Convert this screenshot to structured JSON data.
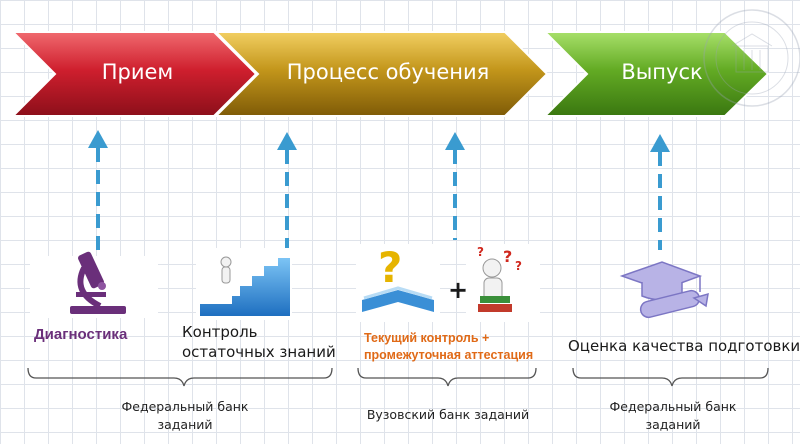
{
  "stages": [
    {
      "label": "Прием",
      "color": "#c01d2a"
    },
    {
      "label": "Процесс обучения",
      "color": "#b88a14"
    },
    {
      "label": "Выпуск",
      "color": "#5fa624"
    }
  ],
  "items": [
    {
      "label": "Диагностика",
      "color": "#6a2f7a"
    },
    {
      "label_line1": "Контроль",
      "label_line2": "остаточных знаний",
      "color": "#1a1a1a"
    },
    {
      "label_line1": "Текущий контроль +",
      "label_line2": "промежуточная аттестация",
      "color": "#e06a17",
      "plus": "+"
    },
    {
      "label": "Оценка качества подготовки",
      "color": "#1a1a1a"
    }
  ],
  "banks": [
    {
      "line1": "Федеральный банк",
      "line2": "заданий"
    },
    {
      "line1": "Вузовский банк заданий"
    },
    {
      "line1": "Федеральный банк",
      "line2": "заданий"
    }
  ],
  "colors": {
    "arrow": "#3a9bd0",
    "accent_purple": "#6a2f7a",
    "accent_blue": "#1c73c4"
  }
}
